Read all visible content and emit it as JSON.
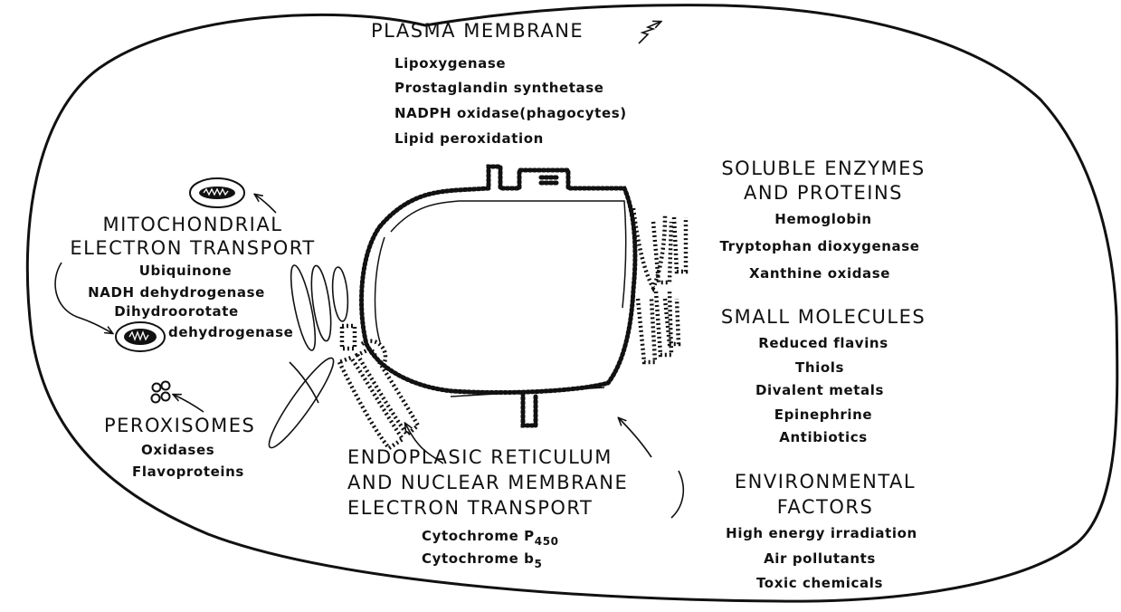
{
  "plasma_membrane": {
    "heading": "PLASMA MEMBRANE",
    "items": [
      "Lipoxygenase",
      "Prostaglandin synthetase",
      "NADPH oxidase(phagocytes)",
      "Lipid peroxidation"
    ]
  },
  "mitochondrial": {
    "heading_line1": "MITOCHONDRIAL",
    "heading_line2": "ELECTRON TRANSPORT",
    "items": [
      "Ubiquinone",
      "NADH dehydrogenase",
      "Dihydroorotate",
      "dehydrogenase"
    ]
  },
  "peroxisomes": {
    "heading": "PEROXISOMES",
    "items": [
      "Oxidases",
      "Flavoproteins"
    ]
  },
  "endoplasmic": {
    "heading_line1": "ENDOPLASIC RETICULUM",
    "heading_line2": "AND NUCLEAR MEMBRANE",
    "heading_line3": "ELECTRON TRANSPORT",
    "item1": {
      "text": "Cytochrome P",
      "sub": "450"
    },
    "item2": {
      "text": "Cytochrome b",
      "sub": "5"
    }
  },
  "soluble": {
    "heading_line1": "SOLUBLE ENZYMES",
    "heading_line2": "AND PROTEINS",
    "items": [
      "Hemoglobin",
      "Tryptophan dioxygenase",
      "Xanthine oxidase"
    ]
  },
  "small_molecules": {
    "heading": "SMALL MOLECULES",
    "items": [
      "Reduced flavins",
      "Thiols",
      "Divalent metals",
      "Epinephrine",
      "Antibiotics"
    ]
  },
  "environmental": {
    "heading_line1": "ENVIRONMENTAL",
    "heading_line2": "FACTORS",
    "items": [
      "High energy irradiation",
      "Air pollutants",
      "Toxic chemicals"
    ]
  },
  "colors": {
    "ink": "#111111",
    "paper": "#ffffff"
  }
}
